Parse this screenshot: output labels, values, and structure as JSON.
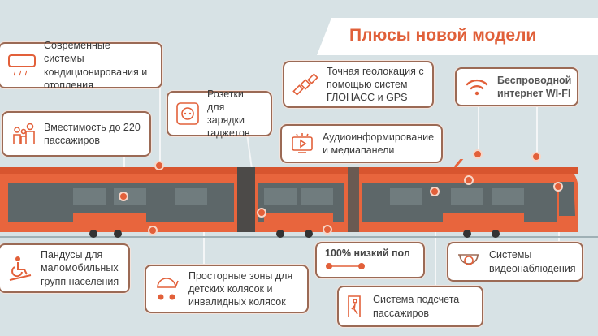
{
  "title": "Плюсы новой модели",
  "colors": {
    "accent": "#e2603a",
    "border": "#9b6a55",
    "background": "#d7e2e5"
  },
  "features": [
    {
      "icon": "air-conditioner-icon",
      "text": "Современные системы кондиционирования и отопления"
    },
    {
      "icon": "passengers-icon",
      "text": "Вместимость до 220 пассажиров"
    },
    {
      "icon": "socket-icon",
      "text": "Розетки для зарядки гаджетов"
    },
    {
      "icon": "satellite-icon",
      "text": "Точная геолокация с помощью систем ГЛОНАСС и GPS"
    },
    {
      "icon": "wifi-icon",
      "text": "Беспроводной интернет WI-FI"
    },
    {
      "icon": "media-panel-icon",
      "text": "Аудиоинформирование и медиапанели"
    },
    {
      "icon": "wheelchair-ramp-icon",
      "text": "Пандусы для маломобильных групп населения"
    },
    {
      "icon": "stroller-icon",
      "text": "Просторные зоны для детских колясок и инвалидных колясок"
    },
    {
      "icon": "low-floor-icon",
      "text": "100% низкий пол"
    },
    {
      "icon": "camera-icon",
      "text": "Системы видеонаблюдения"
    },
    {
      "icon": "counter-icon",
      "text": "Система подсчета пассажиров"
    }
  ]
}
